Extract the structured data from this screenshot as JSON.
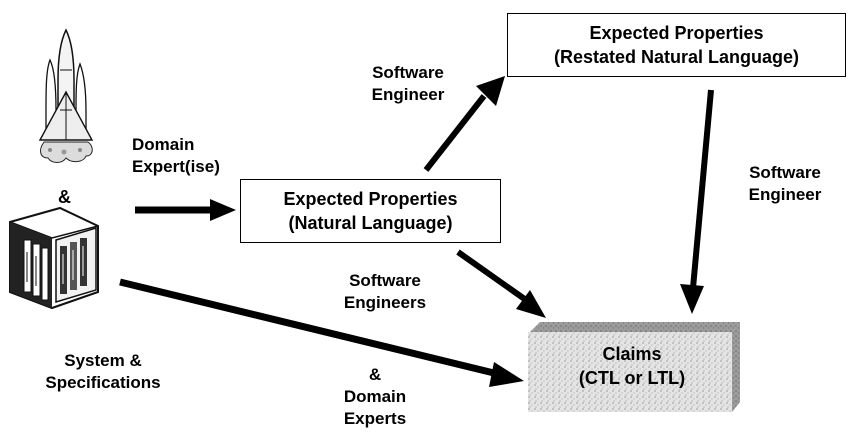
{
  "boxes": {
    "natural": [
      "Expected Properties",
      "(Natural Language)"
    ],
    "restated": [
      "Expected Properties",
      "(Restated Natural Language)"
    ],
    "claims": [
      "Claims",
      "(CTL or LTL)"
    ]
  },
  "labels": {
    "domain_expertise": [
      "Domain",
      "Expert(ise)"
    ],
    "ampersand": "&",
    "system_specs": [
      "System &",
      "Specifications"
    ],
    "se_top": [
      "Software",
      "Engineer"
    ],
    "se_right": [
      "Software",
      "Engineer"
    ],
    "se_middle": [
      "Software",
      "Engineers"
    ],
    "se_domain": [
      "&",
      "Domain",
      "Experts"
    ]
  },
  "icons": {
    "rocket": "space-shuttle-icon",
    "documents": "specification-binders-icon"
  },
  "colors": {
    "ink": "#000000",
    "claims_fill": "#d9d9d9"
  }
}
